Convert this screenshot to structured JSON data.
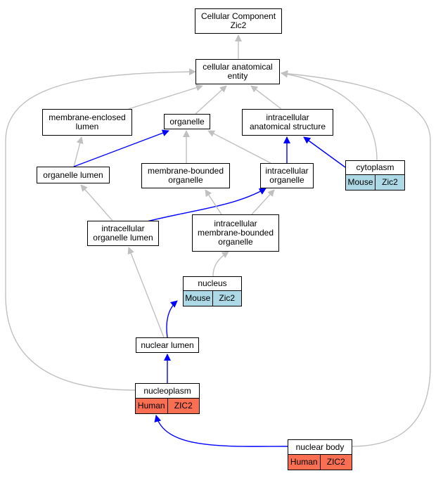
{
  "nodes": {
    "cc": {
      "label": "Cellular Component\nZic2"
    },
    "cae": {
      "label": "cellular anatomical\nentity"
    },
    "mel": {
      "label": "membrane-enclosed\nlumen"
    },
    "organelle": {
      "label": "organelle"
    },
    "ias": {
      "label": "intracellular\nanatomical structure"
    },
    "olumen": {
      "label": "organelle lumen"
    },
    "mbo": {
      "label": "membrane-bounded\norganelle"
    },
    "io": {
      "label": "intracellular\norganelle"
    },
    "cytoplasm": {
      "label": "cytoplasm",
      "species": "Mouse",
      "gene": "Zic2"
    },
    "iol": {
      "label": "intracellular\norganelle lumen"
    },
    "imbo": {
      "label": "intracellular\nmembrane-bounded\norganelle"
    },
    "nucleus": {
      "label": "nucleus",
      "species": "Mouse",
      "gene": "Zic2"
    },
    "nlumen": {
      "label": "nuclear lumen"
    },
    "nucleoplasm": {
      "label": "nucleoplasm",
      "species": "Human",
      "gene": "ZIC2"
    },
    "nbody": {
      "label": "nuclear body",
      "species": "Human",
      "gene": "ZIC2"
    }
  },
  "edge_colors": {
    "is_a": "#c0c0c0",
    "part_of": "#0000ff"
  },
  "edges": [
    {
      "from": "cae",
      "to": "cc",
      "type": "is_a"
    },
    {
      "from": "mel",
      "to": "cae",
      "type": "is_a"
    },
    {
      "from": "organelle",
      "to": "cae",
      "type": "is_a"
    },
    {
      "from": "ias",
      "to": "cae",
      "type": "is_a"
    },
    {
      "from": "cytoplasm",
      "to": "cae",
      "type": "is_a"
    },
    {
      "from": "nucleoplasm",
      "to": "cae",
      "type": "is_a"
    },
    {
      "from": "nbody",
      "to": "cae",
      "type": "is_a"
    },
    {
      "from": "olumen",
      "to": "mel",
      "type": "is_a"
    },
    {
      "from": "olumen",
      "to": "organelle",
      "type": "part_of"
    },
    {
      "from": "mbo",
      "to": "organelle",
      "type": "is_a"
    },
    {
      "from": "io",
      "to": "organelle",
      "type": "is_a"
    },
    {
      "from": "io",
      "to": "ias",
      "type": "part_of"
    },
    {
      "from": "cytoplasm",
      "to": "ias",
      "type": "part_of"
    },
    {
      "from": "iol",
      "to": "olumen",
      "type": "is_a"
    },
    {
      "from": "iol",
      "to": "io",
      "type": "part_of"
    },
    {
      "from": "imbo",
      "to": "mbo",
      "type": "is_a"
    },
    {
      "from": "imbo",
      "to": "io",
      "type": "is_a"
    },
    {
      "from": "nucleus",
      "to": "imbo",
      "type": "is_a"
    },
    {
      "from": "nlumen",
      "to": "iol",
      "type": "is_a"
    },
    {
      "from": "nlumen",
      "to": "nucleus",
      "type": "part_of"
    },
    {
      "from": "nucleoplasm",
      "to": "nlumen",
      "type": "part_of"
    },
    {
      "from": "nbody",
      "to": "nucleoplasm",
      "type": "part_of"
    }
  ]
}
